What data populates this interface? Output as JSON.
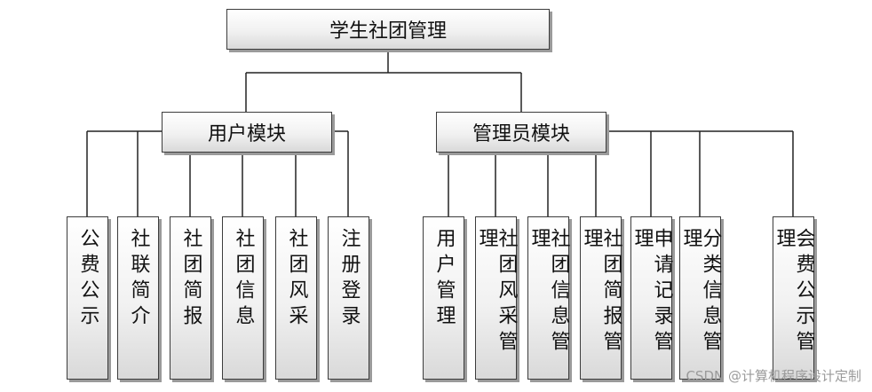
{
  "root": {
    "label": "学生社团管理"
  },
  "user_module": {
    "label": "用户模块",
    "children": [
      "公费公示",
      "社联简介",
      "社团简报",
      "社团信息",
      "社团风采",
      "注册登录"
    ]
  },
  "admin_module": {
    "label": "管理员模块",
    "children": [
      "用户管理",
      "社团风采管理",
      "社团信息管理",
      "社团简报管理",
      "申请记录管理",
      "分类信息管理",
      "会费公示管理"
    ]
  },
  "watermark": "CSDN @计算机程序设计定制"
}
